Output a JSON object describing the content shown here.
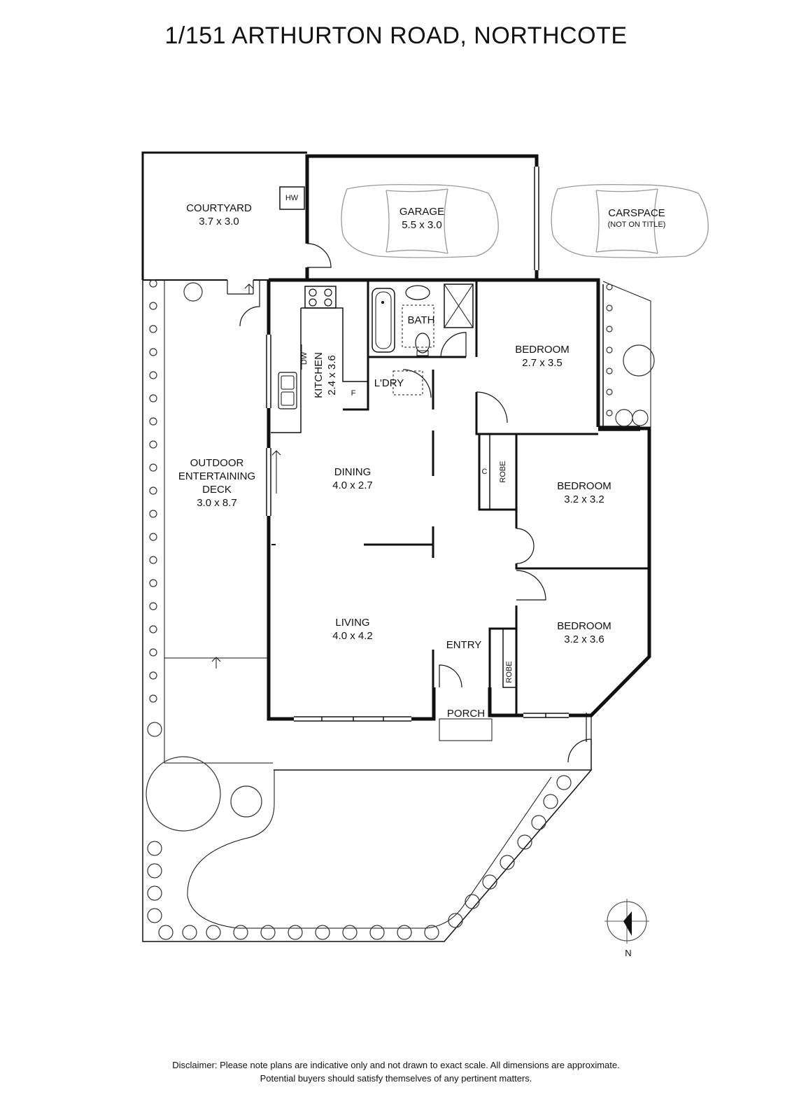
{
  "title": "1/151 ARTHURTON ROAD, NORTHCOTE",
  "rooms": {
    "courtyard": {
      "name": "COURTYARD",
      "dims": "3.7 x 3.0"
    },
    "garage": {
      "name": "GARAGE",
      "dims": "5.5 x 3.0"
    },
    "carspace": {
      "name": "CARSPACE",
      "note": "(NOT ON TITLE)"
    },
    "bath": {
      "name": "BATH"
    },
    "laundry": {
      "name": "L'DRY"
    },
    "kitchen": {
      "name": "KITCHEN",
      "dims": "2.4 x 3.6"
    },
    "bedroom1": {
      "name": "BEDROOM",
      "dims": "2.7 x 3.5"
    },
    "bedroom2": {
      "name": "BEDROOM",
      "dims": "3.2 x 3.2"
    },
    "bedroom3": {
      "name": "BEDROOM",
      "dims": "3.2 x 3.6"
    },
    "dining": {
      "name": "DINING",
      "dims": "4.0 x 2.7"
    },
    "living": {
      "name": "LIVING",
      "dims": "4.0 x 4.2"
    },
    "deck": {
      "line1": "OUTDOOR",
      "line2": "ENTERTAINING",
      "line3": "DECK",
      "dims": "3.0 x 8.7"
    },
    "entry": {
      "name": "ENTRY"
    },
    "porch": {
      "name": "PORCH"
    }
  },
  "fixtures": {
    "hw": "HW",
    "dw": "DW",
    "fridge": "F",
    "cupboard": "C",
    "robe1": "ROBE",
    "robe2": "ROBE"
  },
  "compass": {
    "label": "N"
  },
  "disclaimer": {
    "line1": "Disclaimer: Please note plans are indicative only and not drawn to exact scale. All dimensions are approximate.",
    "line2": "Potential buyers should satisfy themselves of any pertinent matters."
  }
}
